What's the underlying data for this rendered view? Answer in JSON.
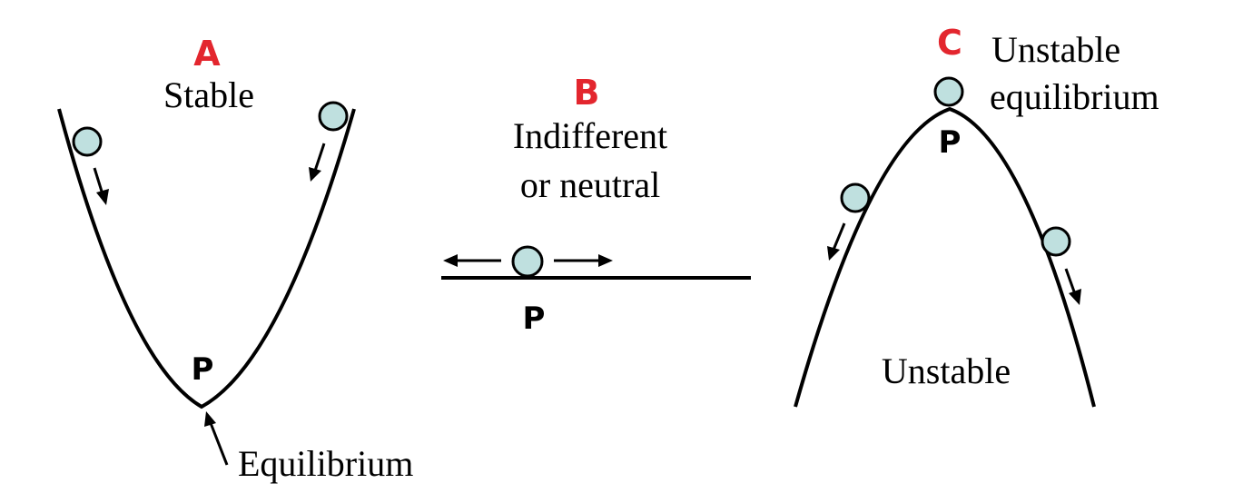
{
  "panels": {
    "a": {
      "letter": "A",
      "title": "Stable",
      "point": "P",
      "note": "Equilibrium"
    },
    "b": {
      "letter": "B",
      "title_line1": "Indifferent",
      "title_line2": "or neutral",
      "point": "P"
    },
    "c": {
      "letter": "C",
      "title_line1": "Unstable",
      "title_line2": "equilibrium",
      "point": "P",
      "note": "Unstable"
    }
  },
  "colors": {
    "letter": "#e3262e",
    "ball": "#bfe0df",
    "line": "#000000"
  }
}
